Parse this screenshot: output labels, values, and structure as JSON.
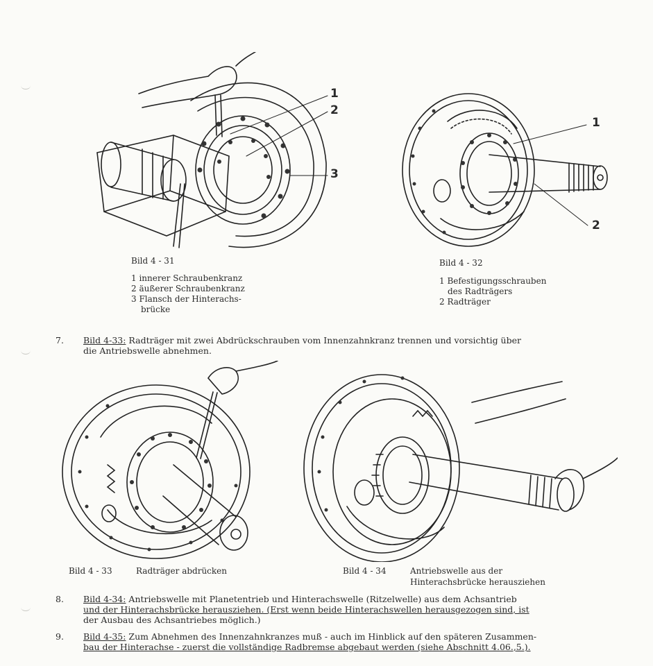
{
  "figures": {
    "f31": {
      "caption": "Bild 4 - 31",
      "callouts": [
        "1",
        "2",
        "3"
      ],
      "legend": [
        "1 innerer Schraubenkranz",
        "2 äußerer Schraubenkranz",
        "3 Flansch der Hinterachs-",
        "brücke"
      ]
    },
    "f32": {
      "caption": "Bild 4 - 32",
      "callouts": [
        "1",
        "2"
      ],
      "legend": [
        "1 Befestigungsschrauben",
        "des Radträgers",
        "2 Radträger"
      ]
    },
    "f33": {
      "caption_num": "Bild 4 - 33",
      "caption_text": "Radträger abdrücken"
    },
    "f34": {
      "caption_num": "Bild 4 - 34",
      "caption_line1": "Antriebswelle aus der",
      "caption_line2": "Hinterachsbrücke herausziehen"
    }
  },
  "steps": [
    {
      "num": "7.",
      "ref": "Bild 4-33:",
      "line1": " Radträger mit zwei Abdrückschrauben vom Innenzahnkranz trennen und vorsichtig über",
      "line2": "die Antriebswelle abnehmen."
    },
    {
      "num": "8.",
      "ref": "Bild 4-34:",
      "line1": " Antriebswelle mit Planetentrieb und Hinterachswelle (Ritzelwelle) aus dem Achsantrieb",
      "line2": "und der Hinterachsbrücke herausziehen. (Erst wenn beide Hinterachswellen herausgezogen sind, ist",
      "line3": "der Ausbau des Achsantriebes möglich.)"
    },
    {
      "num": "9.",
      "ref": "Bild 4-35:",
      "line1": " Zum Abnehmen des Innenzahnkranzes muß - auch im Hinblick auf den späteren Zusammen-",
      "line2": "bau der Hinterachse - zuerst die vollständige Radbremse abgebaut werden (siehe Abschnitt 4.06.,5.)."
    }
  ]
}
